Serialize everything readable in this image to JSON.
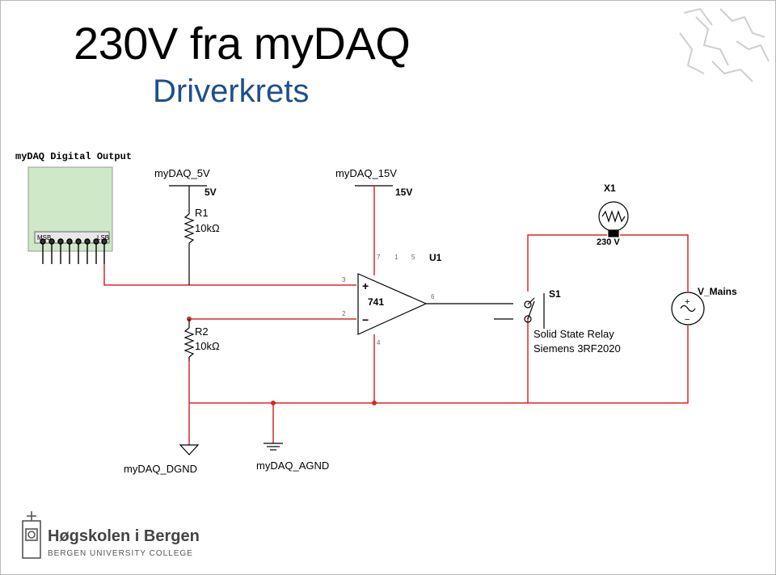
{
  "slide": {
    "title": "230V fra myDAQ",
    "subtitle": "Driverkrets"
  },
  "schematic": {
    "digital_output_label": "myDAQ Digital Output",
    "msb": "MSB",
    "lsb": "LSB",
    "supply_5v_name": "myDAQ_5V",
    "supply_5v_value": "5V",
    "supply_15v_name": "myDAQ_15V",
    "supply_15v_value": "15V",
    "r1_name": "R1",
    "r1_value": "10kΩ",
    "r2_name": "R2",
    "r2_value": "10kΩ",
    "opamp_model": "741",
    "opamp_ref": "U1",
    "pin_3": "3",
    "pin_2": "2",
    "pin_7": "7",
    "pin_1": "1",
    "pin_5": "5",
    "pin_6": "6",
    "pin_4": "4",
    "plus_sign": "+",
    "minus_sign": "−",
    "lamp_ref": "X1",
    "lamp_value": "230 V",
    "relay_ref": "S1",
    "relay_desc": "Solid State Relay",
    "relay_part": "Siemens 3RF2020",
    "mains_ref": "V_Mains",
    "mains_plus": "+",
    "mains_minus": "−",
    "dgnd": "myDAQ_DGND",
    "agnd": "myDAQ_AGND"
  },
  "logo": {
    "name": "Høgskolen i Bergen",
    "subname": "BERGEN UNIVERSITY COLLEGE"
  },
  "colors": {
    "wire": "#d62828",
    "component": "#000000",
    "subtitle": "#1f4e8c",
    "digital_block": "#cfe8c8"
  }
}
